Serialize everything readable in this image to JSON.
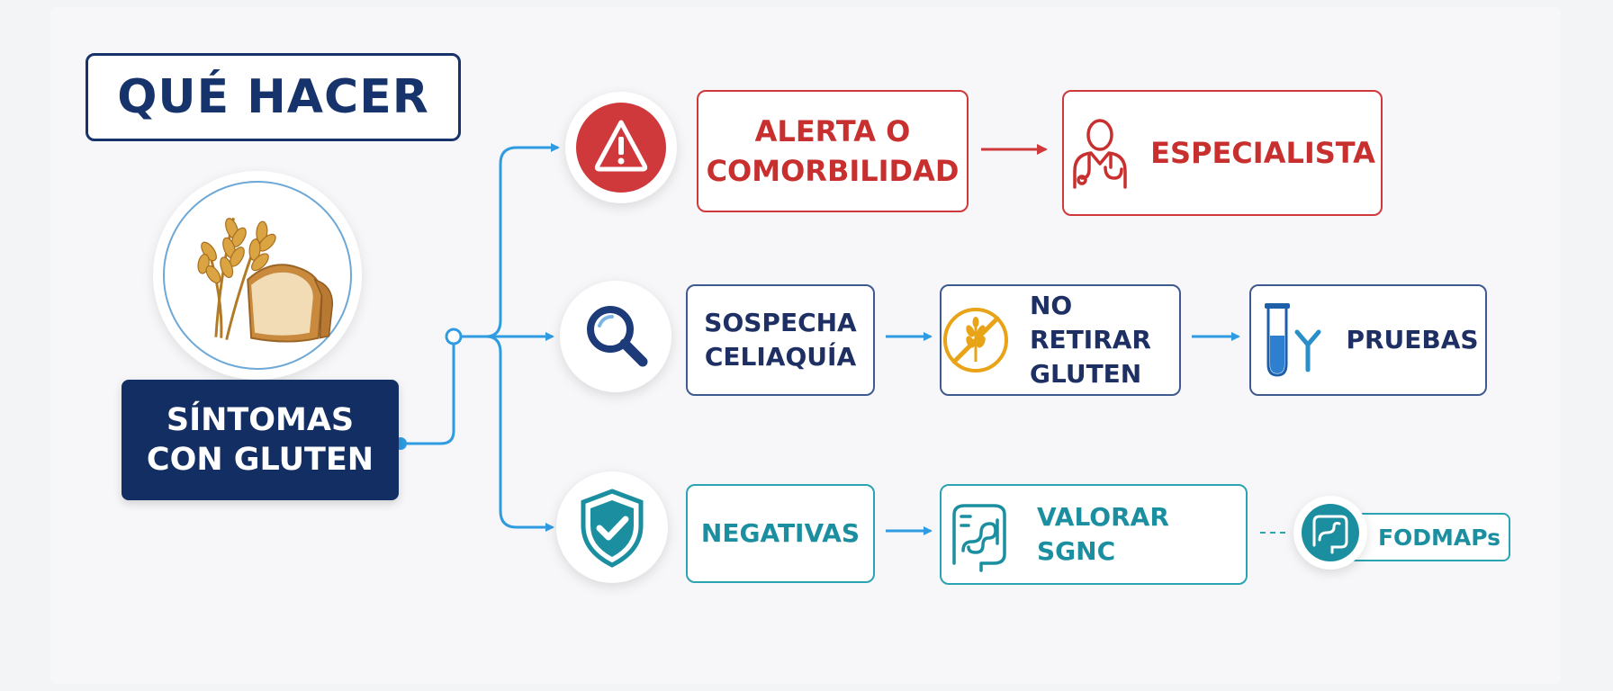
{
  "title": "QUÉ HACER",
  "source": {
    "lines": [
      "SÍNTOMAS",
      "CON GLUTEN"
    ],
    "photo_icon": "wheat-and-bread-icon"
  },
  "branches": [
    {
      "icon": "warning-icon",
      "color": "#d0393b",
      "steps": [
        {
          "lines": [
            "ALERTA O",
            "COMORBILIDAD"
          ]
        },
        {
          "lines": [
            "ESPECIALISTA"
          ],
          "icon": "doctor-icon"
        }
      ]
    },
    {
      "icon": "magnifier-icon",
      "color": "#1d3b78",
      "steps": [
        {
          "lines": [
            "SOSPECHA",
            "CELIAQUÍA"
          ]
        },
        {
          "lines": [
            "NO RETIRAR",
            "GLUTEN"
          ],
          "icon": "no-gluten-icon"
        },
        {
          "lines": [
            "PRUEBAS"
          ],
          "icon": "test-tube-antibody-icon"
        }
      ]
    },
    {
      "icon": "shield-check-icon",
      "color": "#1b8fa0",
      "steps": [
        {
          "lines": [
            "NEGATIVAS"
          ]
        },
        {
          "lines": [
            "VALORAR SGNC"
          ],
          "icon": "intestine-icon"
        }
      ],
      "optional": {
        "label": "FODMAPs",
        "icon": "intestine-icon"
      }
    }
  ],
  "colors": {
    "navy": "#132e63",
    "blue_connector": "#2f9be0",
    "red": "#d0393b",
    "teal": "#1b8fa0",
    "gold": "#e8a317"
  }
}
